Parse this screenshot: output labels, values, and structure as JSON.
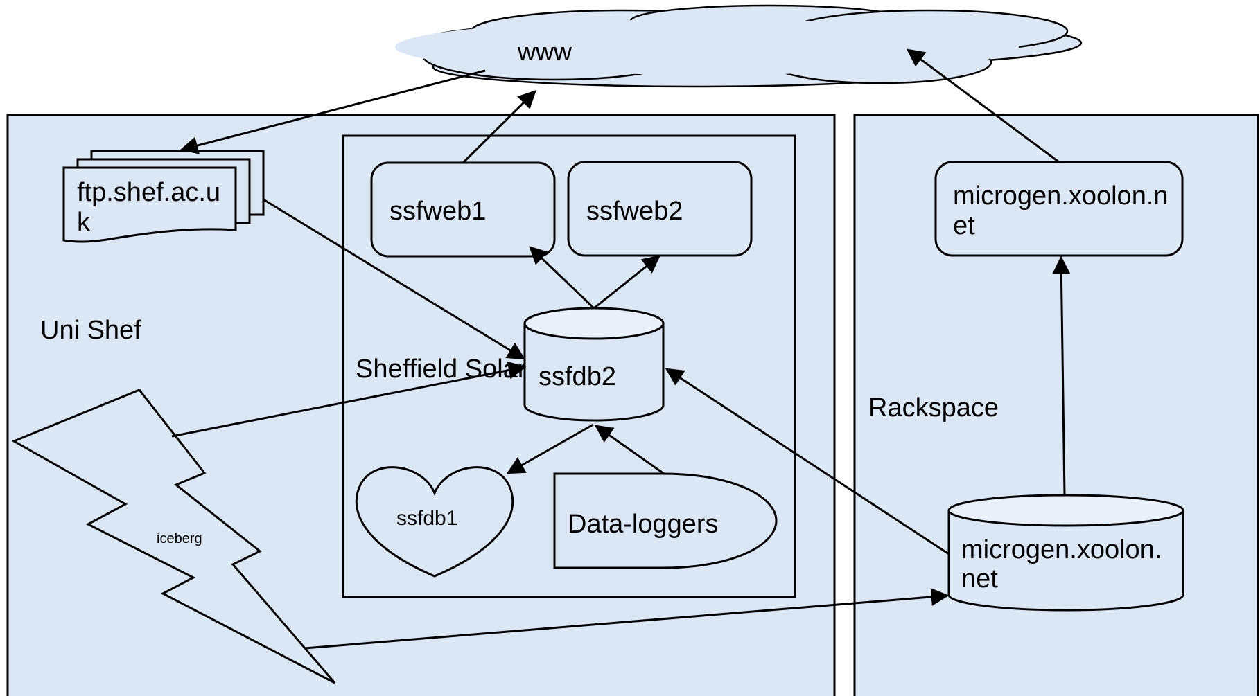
{
  "colors": {
    "fill": "#dbe7f5",
    "lid_fill": "#e9f0fa",
    "stroke": "#000000",
    "text": "#000000"
  },
  "labels": {
    "www": "www",
    "uni_shef": "Uni Shef",
    "sheffield_solar": "Sheffield Solar",
    "rackspace": "Rackspace",
    "ftp_line1": "ftp.shef.ac.u",
    "ftp_line2": "k",
    "ssfweb1": "ssfweb1",
    "ssfweb2": "ssfweb2",
    "ssfdb2": "ssfdb2",
    "ssfdb1": "ssfdb1",
    "data_loggers": "Data-loggers",
    "iceberg": "iceberg",
    "microgen_web_line1": "microgen.xoolon.n",
    "microgen_web_line2": "et",
    "microgen_db_line1": "microgen.xoolon.",
    "microgen_db_line2": "net"
  },
  "icons": [
    "cloud-icon",
    "multi-document-icon",
    "database-icon",
    "heart-icon",
    "lightning-bolt-icon",
    "delay-shape-icon"
  ]
}
